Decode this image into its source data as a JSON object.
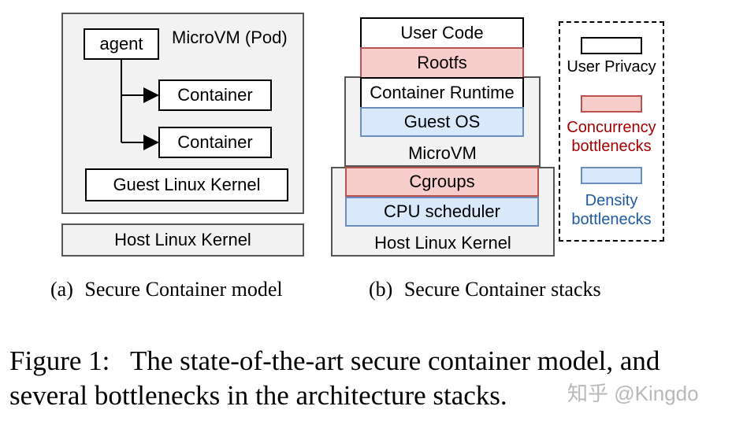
{
  "panel_a": {
    "microvm_label": "MicroVM (Pod)",
    "agent": "agent",
    "container_1": "Container",
    "container_2": "Container",
    "guest_kernel": "Guest Linux Kernel",
    "host_kernel": "Host Linux Kernel",
    "caption_tag": "(a)",
    "caption_text": "Secure Container model"
  },
  "panel_b": {
    "user_code": "User Code",
    "rootfs": "Rootfs",
    "container_runtime": "Container Runtime",
    "guest_os": "Guest OS",
    "microvm": "MicroVM",
    "cgroups": "Cgroups",
    "cpu_scheduler": "CPU scheduler",
    "host_kernel": "Host Linux Kernel",
    "caption_tag": "(b)",
    "caption_text": "Secure Container stacks"
  },
  "legend": {
    "user_privacy": "User Privacy",
    "concurrency_line1": "Concurrency",
    "concurrency_line2": "bottlenecks",
    "density_line1": "Density",
    "density_line2": "bottlenecks",
    "colors": {
      "concurrency_fill": "#f8cecc",
      "concurrency_text": "#a50000",
      "density_fill": "#dae8fc",
      "density_text": "#1f5a9e"
    }
  },
  "figure_caption": {
    "line1": "Figure 1:   The state-of-the-art secure container model, and",
    "line2": "several bottlenecks in the architecture stacks."
  },
  "watermark": "知乎 @Kingdo"
}
